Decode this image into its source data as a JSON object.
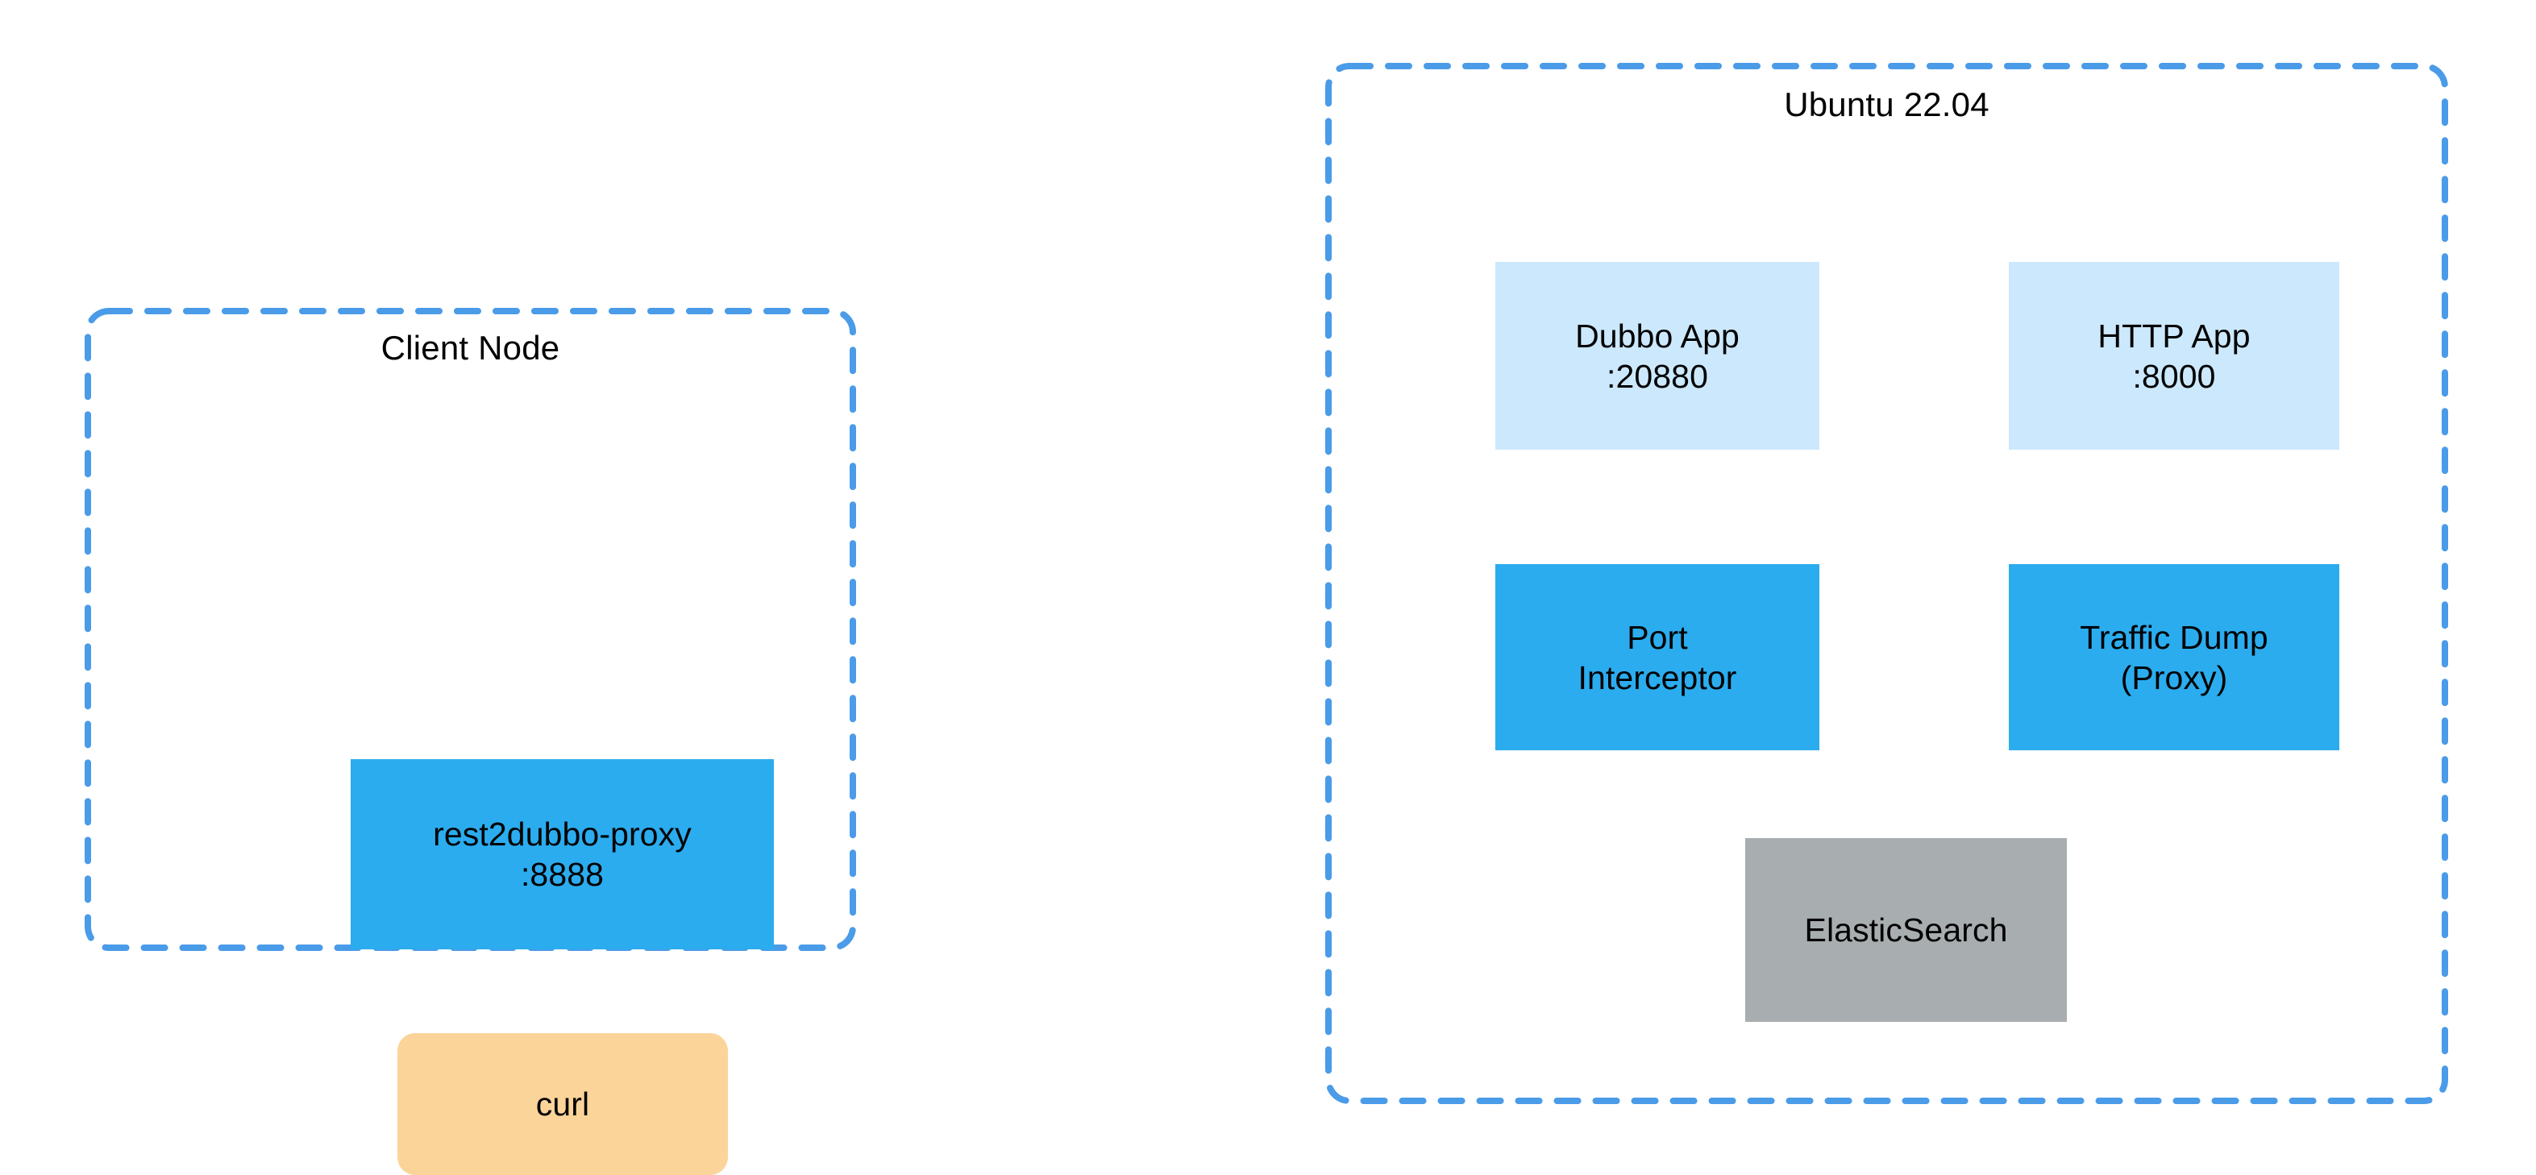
{
  "diagram": {
    "background_color": "#FFFFFF",
    "border_color": "#4A9BE8",
    "groups": [
      {
        "id": "client-node",
        "title": "Client Node",
        "nodes": [
          {
            "id": "rest2dubbo-proxy",
            "lines": [
              "rest2dubbo-proxy",
              ":8888"
            ],
            "fill": "#2BACEE",
            "shape": "rectangle"
          },
          {
            "id": "curl",
            "lines": [
              "curl"
            ],
            "fill": "#FBD49A",
            "shape": "rounded-rectangle"
          }
        ]
      },
      {
        "id": "ubuntu",
        "title": "Ubuntu 22.04",
        "nodes": [
          {
            "id": "dubbo-app",
            "lines": [
              "Dubbo App",
              ":20880"
            ],
            "fill": "#CCE8FC",
            "shape": "rectangle"
          },
          {
            "id": "http-app",
            "lines": [
              "HTTP App",
              ":8000"
            ],
            "fill": "#CCE8FC",
            "shape": "rectangle"
          },
          {
            "id": "port-interceptor",
            "lines": [
              "Port",
              "Interceptor"
            ],
            "fill": "#2BACEE",
            "shape": "rectangle"
          },
          {
            "id": "traffic-dump",
            "lines": [
              "Traffic Dump",
              "(Proxy)"
            ],
            "fill": "#2BACEE",
            "shape": "rectangle"
          },
          {
            "id": "elasticsearch",
            "lines": [
              "ElasticSearch"
            ],
            "fill": "#A8ADAF",
            "shape": "rectangle"
          }
        ]
      }
    ]
  }
}
